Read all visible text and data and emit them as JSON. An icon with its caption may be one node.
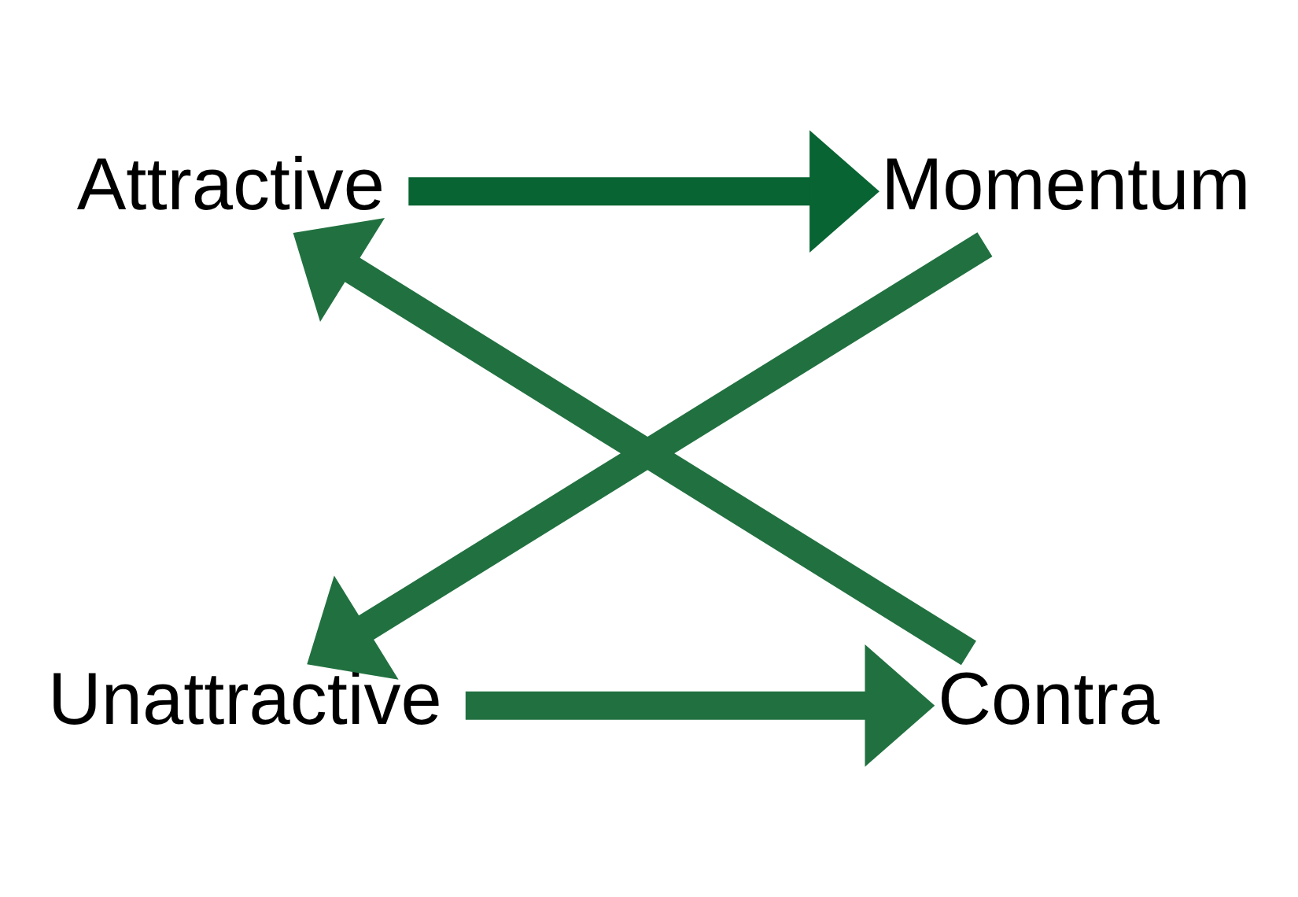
{
  "diagram": {
    "nodes": [
      {
        "text": [
          "Attractive"
        ]
      },
      {
        "text": [
          "Momentum"
        ]
      },
      {
        "text": [
          "Unattractive"
        ]
      },
      {
        "text": [
          "Contra"
        ]
      }
    ],
    "edges": [
      {
        "from": 0,
        "to": 1,
        "arrow": "to",
        "color": "#086432"
      },
      {
        "from": 1,
        "to": 2,
        "arrow": "to"
      },
      {
        "from": 2,
        "to": 3,
        "arrow": "to"
      },
      {
        "from": 3,
        "to": 0,
        "arrow": "to"
      }
    ]
  }
}
